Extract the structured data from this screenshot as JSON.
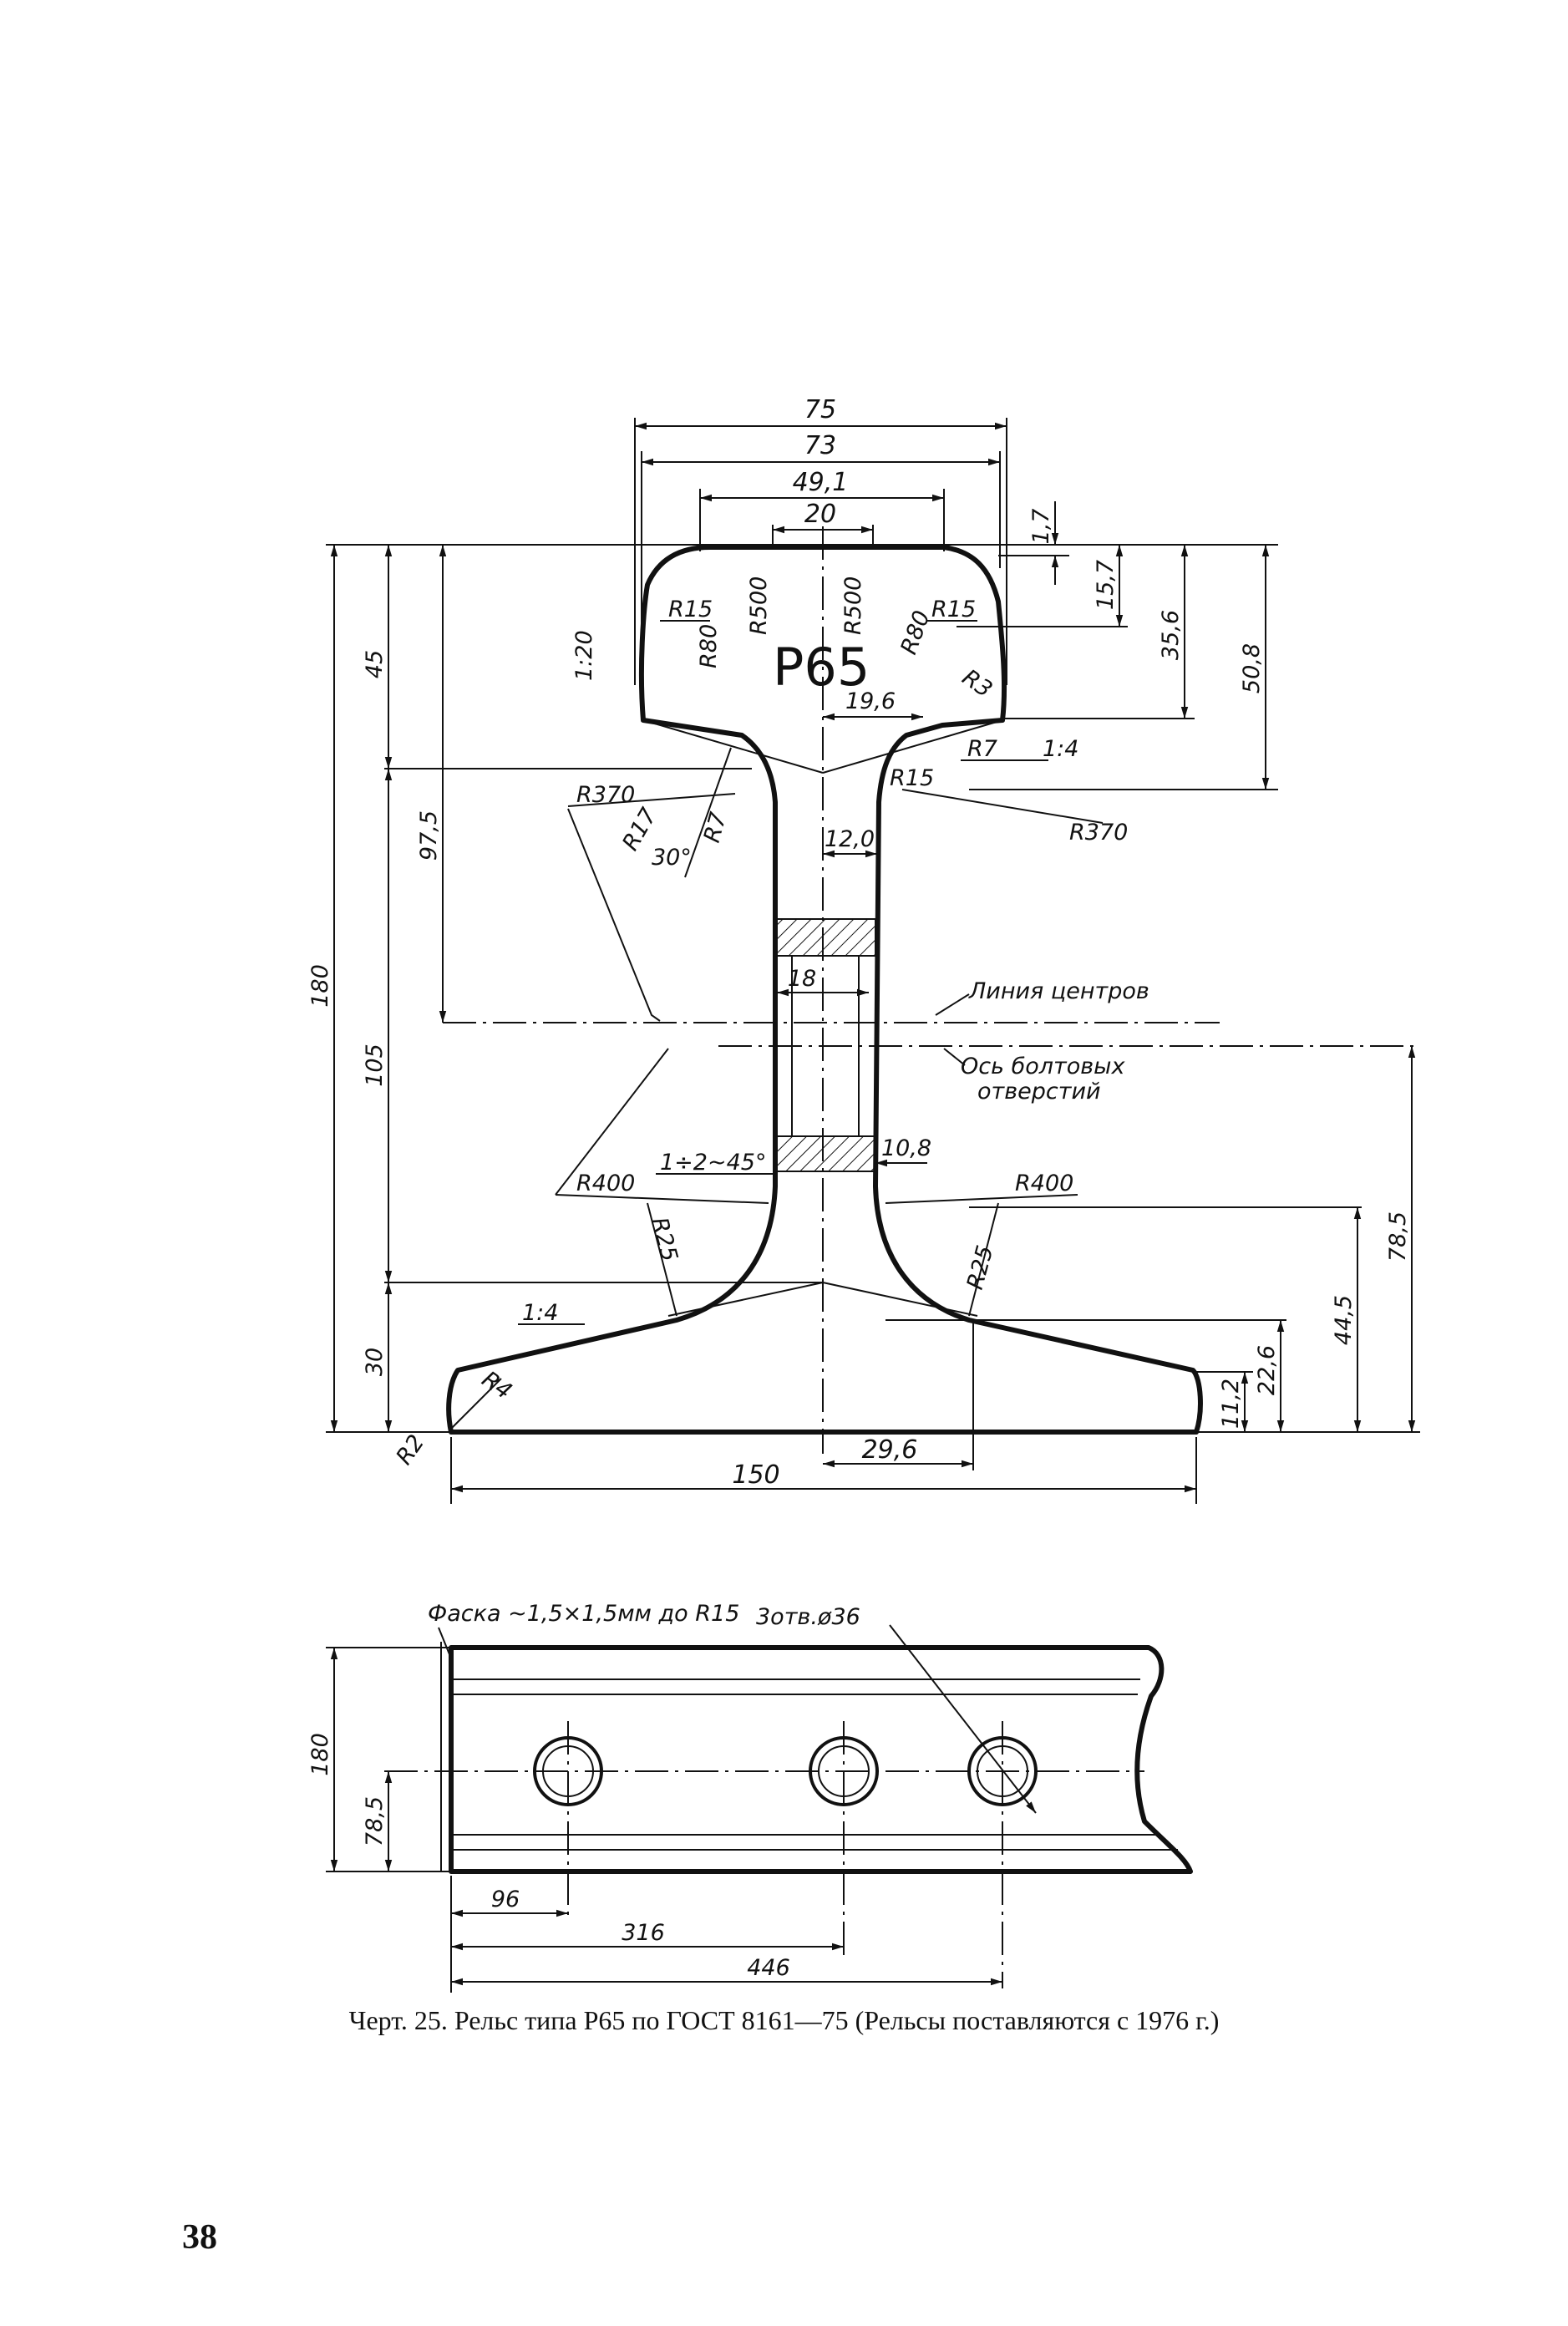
{
  "profile": {
    "type_label": "Р65",
    "dims": {
      "d75": "75",
      "d73": "73",
      "d49_1": "49,1",
      "d20": "20",
      "d1_7": "1,7",
      "d15_7": "15,7",
      "d35_6": "35,6",
      "d50_8": "50,8",
      "d45": "45",
      "d97_5": "97,5",
      "d180": "180",
      "d105": "105",
      "d30": "30",
      "d19_6": "19,6",
      "d12_0": "12,0",
      "d18": "18",
      "d10_8": "10,8",
      "d78_5": "78,5",
      "d44_5": "44,5",
      "d22_6": "22,6",
      "d11_2": "11,2",
      "d150": "150",
      "d29_6": "29,6"
    },
    "radii": {
      "r15_left": "R15",
      "r80_left": "R80",
      "r500_left": "R500",
      "r500_right": "R500",
      "r80_right": "R80",
      "r15_right": "R15",
      "r3": "R3",
      "r7_right": "R7",
      "r15_neck": "R15",
      "r370_right": "R370",
      "r370_left": "R370",
      "r17": "R17",
      "r7_left": "R7",
      "angle30": "30°",
      "r400_left": "R400",
      "r400_right": "R400",
      "r25_left": "R25",
      "r25_right": "R25",
      "r4": "R4",
      "r2": "R2"
    },
    "slopes": {
      "s1_20": "1:20",
      "s1_4_right": "1:4",
      "s1_4_left": "1:4",
      "chamfer_angle": "1÷2~45°"
    },
    "notes": {
      "centers_line": "Линия центров",
      "bolt_axis_1": "Ось болтовых",
      "bolt_axis_2": "отверстий"
    }
  },
  "side_view": {
    "chamfer_note": "Фаска ~1,5×1,5мм до R15",
    "holes_note": "3отв.ø36",
    "dims": {
      "d180": "180",
      "d78_5": "78,5",
      "d96": "96",
      "d316": "316",
      "d446": "446"
    }
  },
  "caption": "Черт. 25. Рельс типа Р65 по ГОСТ 8161—75 (Рельсы поставляются с 1976 г.)",
  "page_number": "38"
}
